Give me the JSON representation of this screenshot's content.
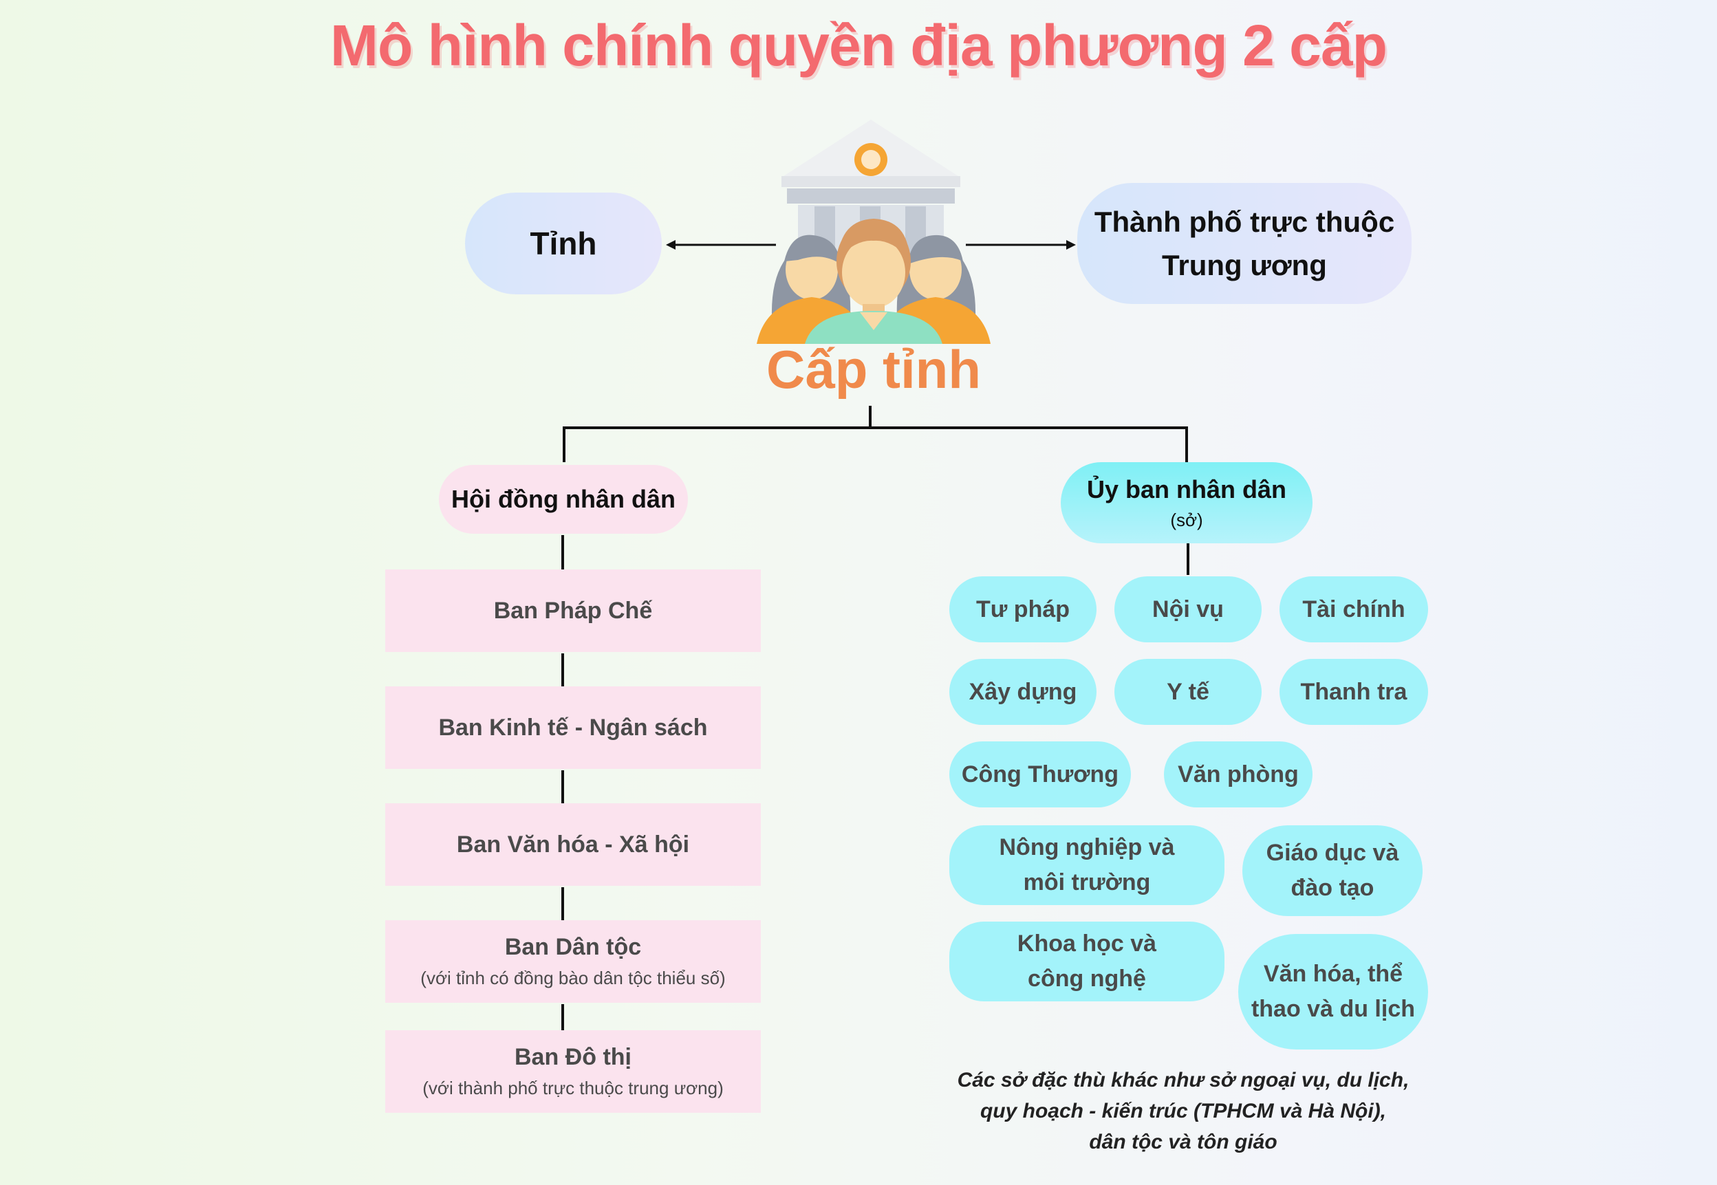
{
  "title": "Mô hình chính quyền địa phương 2 cấp",
  "top_left": "Tỉnh",
  "top_right": [
    "Thành phố trực thuộc",
    "Trung ương"
  ],
  "level": "Cấp tỉnh",
  "council": {
    "title": "Hội đồng nhân dân",
    "boards": [
      {
        "main": "Ban Pháp Chế",
        "sub": ""
      },
      {
        "main": "Ban Kinh tế - Ngân sách",
        "sub": ""
      },
      {
        "main": "Ban Văn hóa - Xã hội",
        "sub": ""
      },
      {
        "main": "Ban Dân tộc",
        "sub": "(với tỉnh có đồng bào dân tộc thiểu số)"
      },
      {
        "main": "Ban Đô thị",
        "sub": "(với thành phố trực thuộc trung ương)"
      }
    ]
  },
  "committee": {
    "title": "Ủy ban nhân dân",
    "subtitle": "(sở)",
    "departments": [
      [
        "Tư pháp"
      ],
      [
        "Nội vụ"
      ],
      [
        "Tài chính"
      ],
      [
        "Xây dựng"
      ],
      [
        "Y tế"
      ],
      [
        "Thanh tra"
      ],
      [
        "Công Thương"
      ],
      [
        "Văn phòng"
      ],
      [
        "Nông nghiệp và",
        "môi trường"
      ],
      [
        "Giáo dục và",
        "đào tạo"
      ],
      [
        "Khoa học và",
        "công nghệ"
      ],
      [
        "Văn hóa, thể",
        "thao và du lịch"
      ]
    ]
  },
  "note": [
    "Các sở đặc thù khác như sở ngoại vụ, du lịch,",
    "quy hoạch - kiến trúc (TPHCM và Hà Nội),",
    "dân tộc và tôn giáo"
  ]
}
